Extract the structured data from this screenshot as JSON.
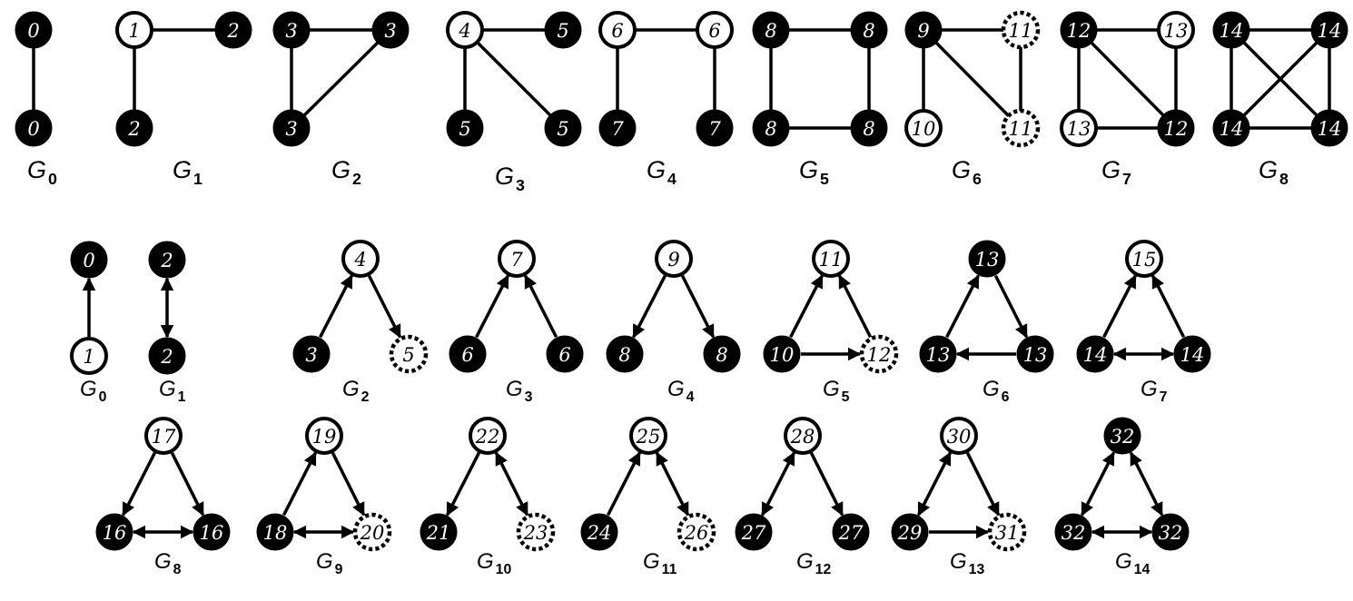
{
  "undirected_graphs": [
    {
      "label": "G",
      "sub": "0",
      "nodes": [
        {
          "text": "0",
          "style": "black"
        },
        {
          "text": "0",
          "style": "black"
        }
      ]
    },
    {
      "label": "G",
      "sub": "1",
      "nodes": [
        {
          "text": "1",
          "style": "white"
        },
        {
          "text": "2",
          "style": "black"
        },
        {
          "text": "2",
          "style": "black"
        }
      ]
    },
    {
      "label": "G",
      "sub": "2",
      "nodes": [
        {
          "text": "3",
          "style": "black"
        },
        {
          "text": "3",
          "style": "black"
        },
        {
          "text": "3",
          "style": "black"
        }
      ]
    },
    {
      "label": "G",
      "sub": "3",
      "nodes": [
        {
          "text": "4",
          "style": "white"
        },
        {
          "text": "5",
          "style": "black"
        },
        {
          "text": "5",
          "style": "black"
        },
        {
          "text": "5",
          "style": "black"
        }
      ]
    },
    {
      "label": "G",
      "sub": "4",
      "nodes": [
        {
          "text": "6",
          "style": "white"
        },
        {
          "text": "6",
          "style": "white"
        },
        {
          "text": "7",
          "style": "black"
        },
        {
          "text": "7",
          "style": "black"
        }
      ]
    },
    {
      "label": "G",
      "sub": "5",
      "nodes": [
        {
          "text": "8",
          "style": "black"
        },
        {
          "text": "8",
          "style": "black"
        },
        {
          "text": "8",
          "style": "black"
        },
        {
          "text": "8",
          "style": "black"
        }
      ]
    },
    {
      "label": "G",
      "sub": "6",
      "nodes": [
        {
          "text": "9",
          "style": "black"
        },
        {
          "text": "11",
          "style": "dashed"
        },
        {
          "text": "10",
          "style": "white"
        },
        {
          "text": "11",
          "style": "dashed"
        }
      ]
    },
    {
      "label": "G",
      "sub": "7",
      "nodes": [
        {
          "text": "12",
          "style": "black"
        },
        {
          "text": "13",
          "style": "white"
        },
        {
          "text": "13",
          "style": "white"
        },
        {
          "text": "12",
          "style": "black"
        }
      ]
    },
    {
      "label": "G",
      "sub": "8",
      "nodes": [
        {
          "text": "14",
          "style": "black"
        },
        {
          "text": "14",
          "style": "black"
        },
        {
          "text": "14",
          "style": "black"
        },
        {
          "text": "14",
          "style": "black"
        }
      ]
    }
  ],
  "directed_graphs": [
    {
      "label": "G",
      "sub": "0",
      "nodes": [
        {
          "text": "0",
          "style": "black"
        },
        {
          "text": "1",
          "style": "white"
        }
      ]
    },
    {
      "label": "G",
      "sub": "1",
      "nodes": [
        {
          "text": "2",
          "style": "black"
        },
        {
          "text": "2",
          "style": "black"
        }
      ]
    },
    {
      "label": "G",
      "sub": "2",
      "nodes": [
        {
          "text": "4",
          "style": "white"
        },
        {
          "text": "3",
          "style": "black"
        },
        {
          "text": "5",
          "style": "dashed"
        }
      ]
    },
    {
      "label": "G",
      "sub": "3",
      "nodes": [
        {
          "text": "7",
          "style": "white"
        },
        {
          "text": "6",
          "style": "black"
        },
        {
          "text": "6",
          "style": "black"
        }
      ]
    },
    {
      "label": "G",
      "sub": "4",
      "nodes": [
        {
          "text": "9",
          "style": "white"
        },
        {
          "text": "8",
          "style": "black"
        },
        {
          "text": "8",
          "style": "black"
        }
      ]
    },
    {
      "label": "G",
      "sub": "5",
      "nodes": [
        {
          "text": "11",
          "style": "white"
        },
        {
          "text": "10",
          "style": "black"
        },
        {
          "text": "12",
          "style": "dashed"
        }
      ]
    },
    {
      "label": "G",
      "sub": "6",
      "nodes": [
        {
          "text": "13",
          "style": "black"
        },
        {
          "text": "13",
          "style": "black"
        },
        {
          "text": "13",
          "style": "black"
        }
      ]
    },
    {
      "label": "G",
      "sub": "7",
      "nodes": [
        {
          "text": "15",
          "style": "white"
        },
        {
          "text": "14",
          "style": "black"
        },
        {
          "text": "14",
          "style": "black"
        }
      ]
    },
    {
      "label": "G",
      "sub": "8",
      "nodes": [
        {
          "text": "17",
          "style": "white"
        },
        {
          "text": "16",
          "style": "black"
        },
        {
          "text": "16",
          "style": "black"
        }
      ]
    },
    {
      "label": "G",
      "sub": "9",
      "nodes": [
        {
          "text": "19",
          "style": "white"
        },
        {
          "text": "18",
          "style": "black"
        },
        {
          "text": "20",
          "style": "dashed"
        }
      ]
    },
    {
      "label": "G",
      "sub": "10",
      "nodes": [
        {
          "text": "22",
          "style": "white"
        },
        {
          "text": "21",
          "style": "black"
        },
        {
          "text": "23",
          "style": "dashed"
        }
      ]
    },
    {
      "label": "G",
      "sub": "11",
      "nodes": [
        {
          "text": "25",
          "style": "white"
        },
        {
          "text": "24",
          "style": "black"
        },
        {
          "text": "26",
          "style": "dashed"
        }
      ]
    },
    {
      "label": "G",
      "sub": "12",
      "nodes": [
        {
          "text": "28",
          "style": "white"
        },
        {
          "text": "27",
          "style": "black"
        },
        {
          "text": "27",
          "style": "black"
        }
      ]
    },
    {
      "label": "G",
      "sub": "13",
      "nodes": [
        {
          "text": "30",
          "style": "white"
        },
        {
          "text": "29",
          "style": "black"
        },
        {
          "text": "31",
          "style": "dashed"
        }
      ]
    },
    {
      "label": "G",
      "sub": "14",
      "nodes": [
        {
          "text": "32",
          "style": "black"
        },
        {
          "text": "32",
          "style": "black"
        },
        {
          "text": "32",
          "style": "black"
        }
      ]
    }
  ]
}
